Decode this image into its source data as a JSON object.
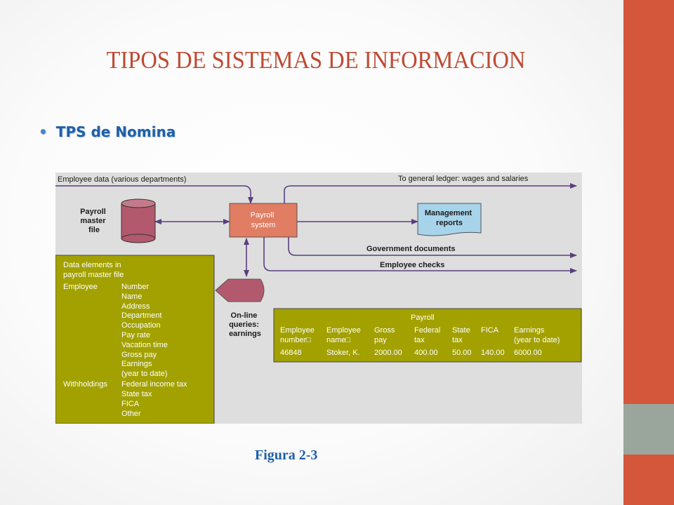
{
  "title": "TIPOS DE SISTEMAS DE INFORMACION",
  "bullet": "TPS de Nomina",
  "caption": "Figura 2-3",
  "colors": {
    "title": "#bf4a33",
    "accent_bar": "#d4573c",
    "accent_bar_gray": "#9aa59c",
    "bullet": "#1f5fa8",
    "olive_box": "#a3a100",
    "payroll_box": "#e07d62",
    "cylinder": "#b3596e",
    "arrow": "#5a3f7f"
  },
  "diagram": {
    "employee_data": "Employee data (various departments)",
    "ledger": "To general ledger: wages and salaries",
    "master_file": [
      "Payroll",
      "master",
      "file"
    ],
    "payroll_system": [
      "Payroll",
      "system"
    ],
    "management_reports": [
      "Management",
      "reports"
    ],
    "government_documents": "Government documents",
    "employee_checks": "Employee checks",
    "queries": [
      "On-line",
      "queries:",
      "earnings"
    ],
    "data_elements": {
      "header": [
        "Data elements in",
        "payroll master file"
      ],
      "employee_label": "Employee",
      "employee_items": [
        "Number",
        "Name",
        "Address",
        "Department",
        "Occupation",
        "Pay rate",
        "Vacation time",
        "Gross pay",
        "Earnings",
        "(year to date)"
      ],
      "withholdings_label": "Withholdings",
      "withholdings_items": [
        "Federal income tax",
        "State tax",
        "FICA",
        "Other"
      ]
    },
    "payroll_table": {
      "title": "Payroll",
      "headers": [
        [
          "Employee",
          "number□"
        ],
        [
          "Employee",
          "name□"
        ],
        [
          "Gross",
          "pay"
        ],
        [
          "Federal",
          "tax"
        ],
        [
          "State",
          "tax"
        ],
        [
          "FICA",
          ""
        ],
        [
          "Earnings",
          "(year to date)"
        ]
      ],
      "row": [
        "46848",
        "Stoker, K.",
        "2000.00",
        "400.00",
        "50.00",
        "140.00",
        "6000.00"
      ]
    }
  }
}
